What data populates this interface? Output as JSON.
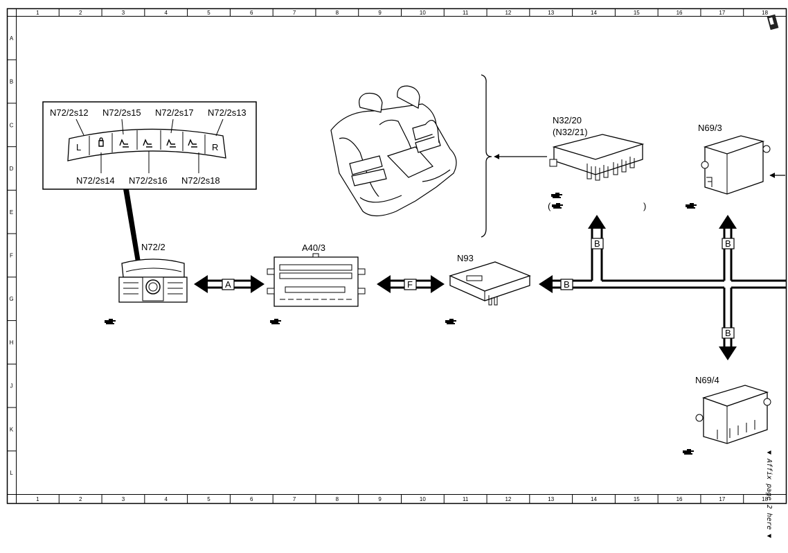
{
  "grid": {
    "columns": [
      "1",
      "2",
      "3",
      "4",
      "5",
      "6",
      "7",
      "8",
      "9",
      "10",
      "11",
      "12",
      "13",
      "14",
      "15",
      "16",
      "17",
      "18"
    ],
    "rows": [
      "A",
      "B",
      "C",
      "D",
      "E",
      "F",
      "G",
      "H",
      "J",
      "K",
      "L"
    ]
  },
  "switch_panel": {
    "top_labels": [
      "N72/2s12",
      "N72/2s15",
      "N72/2s17",
      "N72/2s13"
    ],
    "bottom_labels": [
      "N72/2s14",
      "N72/2s16",
      "N72/2s18"
    ],
    "left_key": "L",
    "right_key": "R"
  },
  "components": {
    "n72_2": "N72/2",
    "a40_3": "A40/3",
    "n93": "N93",
    "n32_20": "N32/20",
    "n32_21": "(N32/21)",
    "n69_3": "N69/3",
    "n69_4": "N69/4"
  },
  "connections": {
    "a": "A",
    "f": "F",
    "b": "B"
  },
  "refs": {
    "paren_open": "(",
    "paren_close": ")"
  },
  "affix_note": "▼ Affix page 2 here ▼"
}
